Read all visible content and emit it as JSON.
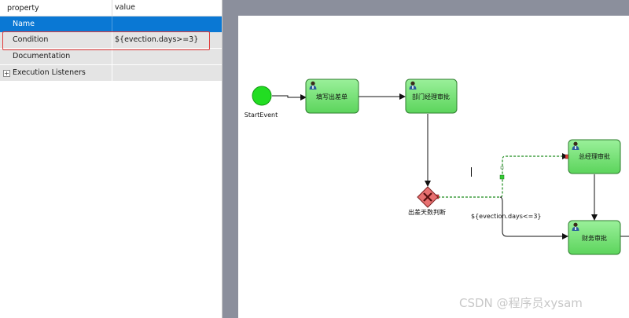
{
  "properties": {
    "header": {
      "property": "property",
      "value": "value"
    },
    "rows": [
      {
        "label": "Name",
        "value": ""
      },
      {
        "label": "Condition",
        "value": "${evection.days>=3}"
      },
      {
        "label": "Documentation",
        "value": ""
      },
      {
        "label": "Execution Listeners",
        "value": ""
      }
    ],
    "expand_icon": "+"
  },
  "diagram": {
    "start_event": {
      "label": "StartEvent"
    },
    "tasks": [
      {
        "label": "填写出差单"
      },
      {
        "label": "部门经理审批"
      },
      {
        "label": "总经理审批"
      },
      {
        "label": "财务审批"
      }
    ],
    "gateway": {
      "label": "出差天数判断"
    },
    "flow_label": "${evection.days<=3}"
  },
  "watermark": "CSDN @程序员xysam",
  "colors": {
    "selection": "#0a78d4",
    "highlight": "#e03a3a",
    "task_fill": "#6ee06e",
    "start_fill": "#22dd22",
    "gateway_fill": "#e87070",
    "canvas_bg": "#8b8f9c"
  }
}
